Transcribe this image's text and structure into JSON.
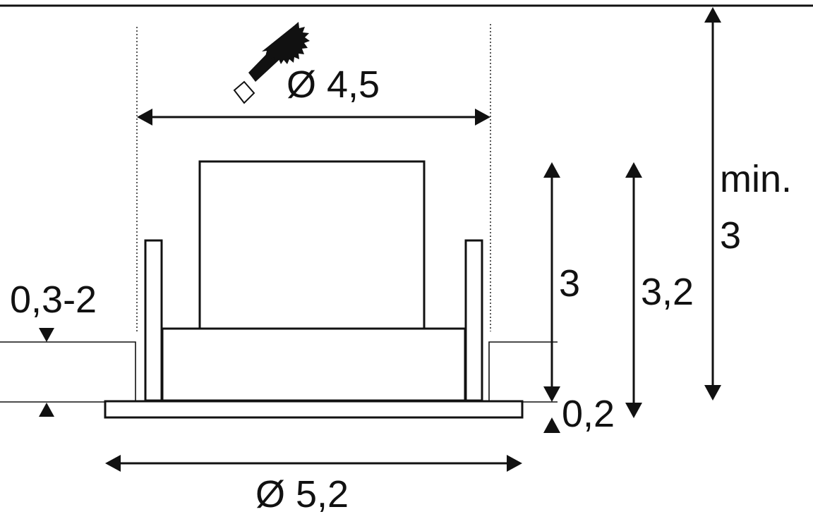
{
  "labels": {
    "top_diameter": "Ø 4,5",
    "bottom_diameter": "Ø 5,2",
    "ceiling_thickness": "0,3-2",
    "flange_thickness": "0,2",
    "body_height": "3",
    "total_height": "3,2",
    "recess_depth_line1": "min.",
    "recess_depth_line2": "3"
  },
  "icons": {
    "cutout_tool": "hole-saw-icon"
  },
  "colors": {
    "line": "#111111",
    "background": "#ffffff"
  }
}
